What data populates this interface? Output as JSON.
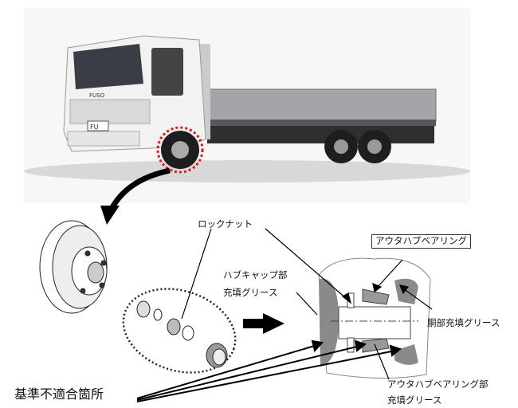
{
  "labels": {
    "lock_nut": "ロックナット",
    "outer_hub_bearing": "アウタハブベアリング",
    "hub_cap_line1": "ハブキャップ部",
    "hub_cap_line2": "充填グリース",
    "body_grease": "胴部充填グリース",
    "outer_bearing_grease_line1": "アウタハブベアリング部",
    "outer_bearing_grease_line2": "充填グリース",
    "nonconforming": "基準不適合箇所"
  },
  "truck": {
    "brand_badge": "FUSO",
    "plate": "FU"
  },
  "colors": {
    "highlight": "#e01818",
    "cab": "#f4f4f4",
    "bed": "#9a9c9e",
    "grease": "#8a8a8a"
  }
}
